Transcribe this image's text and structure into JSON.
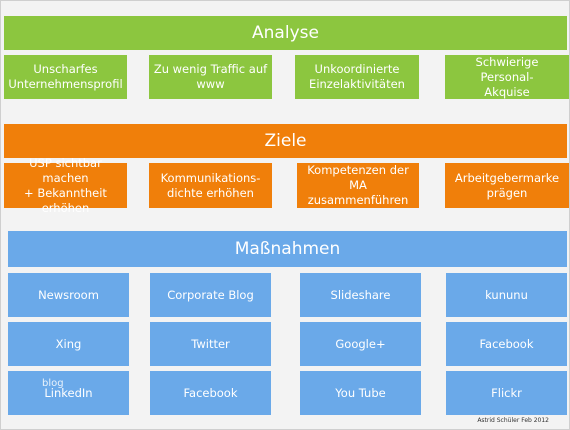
{
  "analyse": {
    "title": "Analyse",
    "items": [
      "Unscharfes\nUnternehmensprofil",
      "Zu wenig Traffic auf\nwww",
      "Unkoordinierte\nEinzelaktivitäten",
      "Schwierige Personal-\nAkquise"
    ]
  },
  "ziele": {
    "title": "Ziele",
    "items": [
      "USP sichtbar machen\n+ Bekanntheit\nerhöhen",
      "Kommunikations-\ndichte erhöhen",
      "Kompetenzen der\nMA zusammenführen",
      "Arbeitgebermarke\nprägen"
    ]
  },
  "massnahmen": {
    "title": "Maßnahmen",
    "rows": [
      [
        "Newsroom",
        "Corporate Blog",
        "Slideshare",
        "kununu"
      ],
      [
        "Xing",
        "Twitter",
        "Google+",
        "Facebook"
      ],
      [
        "LinkedIn",
        "Facebook",
        "You Tube",
        "Flickr"
      ]
    ],
    "overlay_label": "blog"
  },
  "credit": "Astrid Schüler Feb 2012",
  "colors": {
    "green": "#8cc63f",
    "orange": "#f07f0a",
    "blue": "#6aa9e9"
  }
}
